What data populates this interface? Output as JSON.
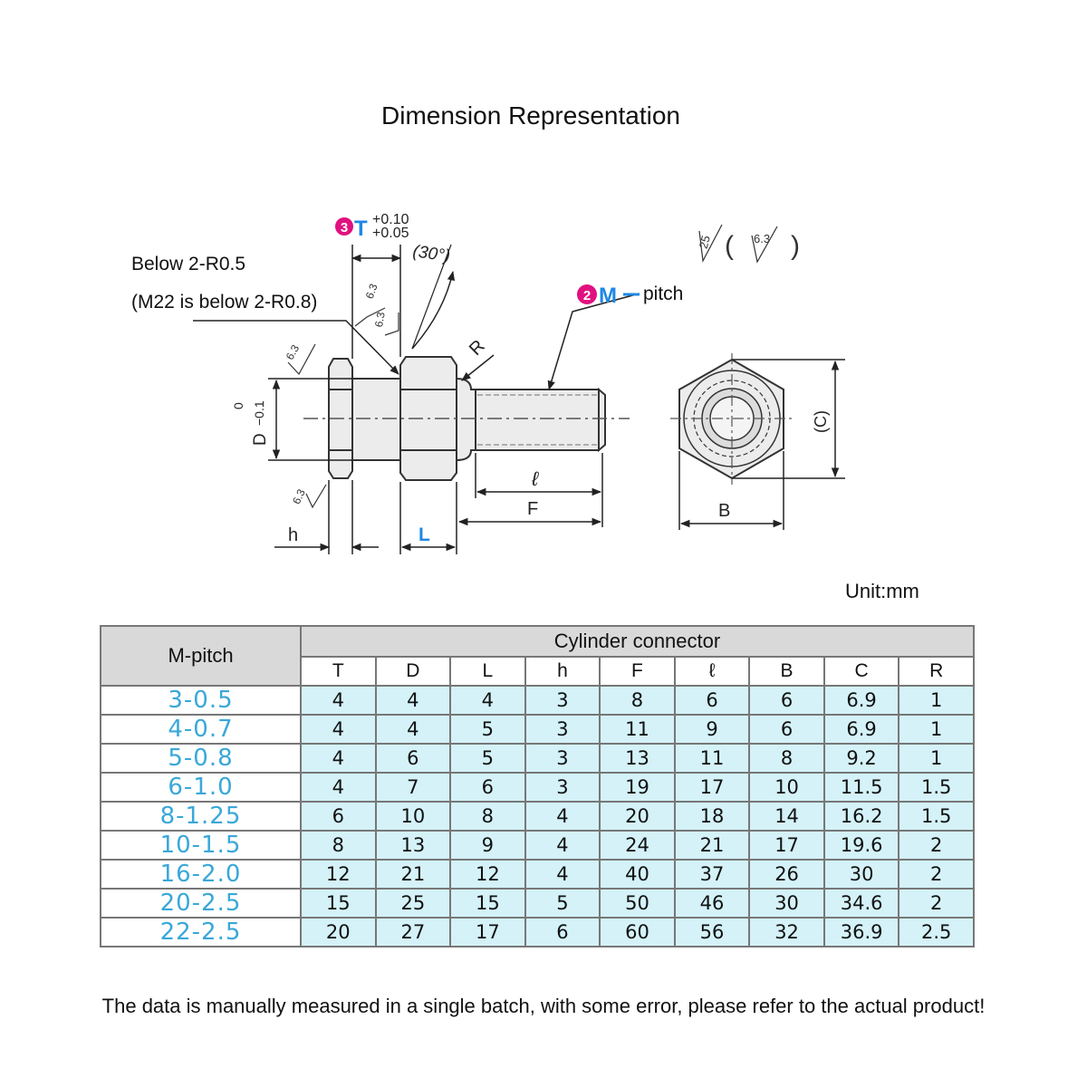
{
  "title": "Dimension Representation",
  "notes": {
    "below_r": "Below 2-R0.5",
    "m22_note": "(M22 is below 2-R0.8)",
    "pitch_label": "pitch",
    "m_label": "M",
    "m_index": "2",
    "t_label": "T",
    "t_index": "3",
    "t_tol_upper": "+0.10",
    "t_tol_lower": "+0.05",
    "angle": "(30°)",
    "r_label": "R",
    "d_label": "D",
    "d_tol_upper": "0",
    "d_tol_lower": "−0.1",
    "h_label": "h",
    "l_label": "L",
    "ell_label": "ℓ",
    "f_label": "F",
    "b_label": "B",
    "c_label": "(C)",
    "rough_63": "6.3",
    "rough_25": "25"
  },
  "unit": "Unit:mm",
  "table": {
    "mpitch_header": "M-pitch",
    "group_header": "Cylinder connector",
    "columns": [
      "T",
      "D",
      "L",
      "h",
      "F",
      "ℓ",
      "B",
      "C",
      "R"
    ],
    "rows": [
      {
        "m": "3-0.5",
        "vals": [
          "4",
          "4",
          "4",
          "3",
          "8",
          "6",
          "6",
          "6.9",
          "1"
        ]
      },
      {
        "m": "4-0.7",
        "vals": [
          "4",
          "4",
          "5",
          "3",
          "11",
          "9",
          "6",
          "6.9",
          "1"
        ]
      },
      {
        "m": "5-0.8",
        "vals": [
          "4",
          "6",
          "5",
          "3",
          "13",
          "11",
          "8",
          "9.2",
          "1"
        ]
      },
      {
        "m": "6-1.0",
        "vals": [
          "4",
          "7",
          "6",
          "3",
          "19",
          "17",
          "10",
          "11.5",
          "1.5"
        ]
      },
      {
        "m": "8-1.25",
        "vals": [
          "6",
          "10",
          "8",
          "4",
          "20",
          "18",
          "14",
          "16.2",
          "1.5"
        ]
      },
      {
        "m": "10-1.5",
        "vals": [
          "8",
          "13",
          "9",
          "4",
          "24",
          "21",
          "17",
          "19.6",
          "2"
        ]
      },
      {
        "m": "16-2.0",
        "vals": [
          "12",
          "21",
          "12",
          "4",
          "40",
          "37",
          "26",
          "30",
          "2"
        ]
      },
      {
        "m": "20-2.5",
        "vals": [
          "15",
          "25",
          "15",
          "5",
          "50",
          "46",
          "30",
          "34.6",
          "2"
        ]
      },
      {
        "m": "22-2.5",
        "vals": [
          "20",
          "27",
          "17",
          "6",
          "60",
          "56",
          "32",
          "36.9",
          "2.5"
        ]
      }
    ]
  },
  "footer": "The data is manually measured in a single batch, with some error, please refer to the actual product!",
  "colors": {
    "accent_blue": "#1e88e5",
    "accent_pink": "#e0117f",
    "mpitch_text": "#39a8d8",
    "cell_bg": "#d4f2f8",
    "header_bg": "#d9d9d9"
  }
}
